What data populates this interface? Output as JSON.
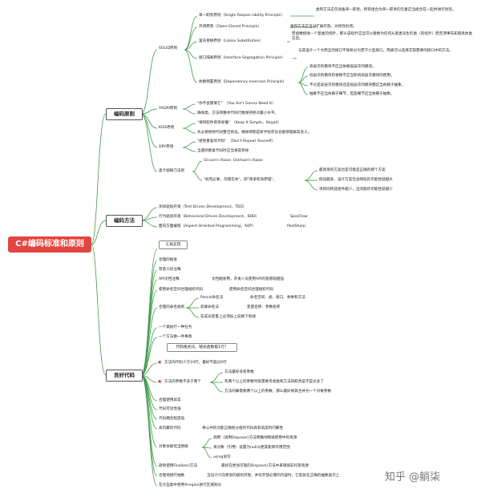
{
  "root": "C#编码标准和原则",
  "categories": {
    "principles": "编码原则",
    "methods": "编码方法",
    "good_code": "良好代码"
  },
  "solid": {
    "label": "SOLID原则",
    "srp": {
      "label": "单一职责原则（Single Respon-sibility Principle）",
      "desc": "类和方法应仅具备单一职责。所有组合为单一职责的元素应当组合在一起并进行封装。"
    },
    "ocp": {
      "label": "开闭原则（Open-Closed Principle）",
      "desc": "类和方法应当对扩展开放，对修改封闭。"
    },
    "lsp": {
      "label": "里氏替换原则（Liskov Substitution）",
      "desc": "若函数接收一个基类的指针，那么该指针应当可以替换为任何从基类派生的类（的指针）而无须事先知晓具体类信息。"
    },
    "isp": {
      "label": "接口隔离原则（Interface Segregation Principle）",
      "desc": "与其设计一个大而全的接口不如拆分为若干小型接口，而类可以选择实现需要的接口中的方法。"
    },
    "dip": {
      "label": "依赖倒置原则（Dependency Inversion Principle）",
      "items": [
        "高层次的模块不应当依赖低层次的模块。",
        "低层次的模块的替换不应当影响高层次模块的使用。",
        "不论是高层次的模块还是低层次的模块都应当依赖于抽象。",
        "抽象不应当依赖于细节，但是细节应当依赖于抽象。"
      ]
    }
  },
  "yagni": {
    "label": "YAGNI原则",
    "quote": "\"你不会需要它\"　（You Ain't Gonna Need It）",
    "desc": "确保类、方法和整体代码行数保持绝对最小水平。"
  },
  "kiss": {
    "label": "KISS原则",
    "quote": "\"保持软件简单易懂\"　（Keep It Simple，Stupid）",
    "desc": "务必要保持代码整洁易读，确保即使是新手程序员也能够理解其含义。"
  },
  "dry": {
    "label": "DRY原则",
    "quote": "\"避免重复的代码\"　（Don't Repeat Yourself）",
    "desc": "当遇到重复代码时应当将其移除"
  },
  "occam": {
    "label": "奥卡姆剃刀法则",
    "alias": "Occam's Razor, Ockham's Razor",
    "quote": "\"如无必要，勿增实体\"，即\"简单有效原理\"。",
    "items": [
      "最简单的方案也是可能是正确的那个方案",
      "假设越多，设计方案包含缺陷的可能性就越大",
      "项目的构成组件越少，出问题的可能性就越少"
    ]
  },
  "methods": [
    {
      "label": "测试驱动开发（Test-Driven Development，TDD）",
      "tool": ""
    },
    {
      "label": "行为驱动开发（Behavioral-Driven Development，BDD）",
      "tool": "SpecFlow"
    },
    {
      "label": "面向方面编程（Aspect-Oriented Programming，AOP）",
      "tool": "PostSharp"
    }
  ],
  "good": {
    "tools": "工具实现",
    "maintainable": "合理的缩进",
    "comments": "有意义的注释",
    "api_doc": {
      "label": "API文档注释",
      "desc": "文档越易用，开发人员使用API的意愿就越强"
    },
    "namespace": {
      "label": "使用命名空间合理组织代码",
      "desc": "使用命名空间合理组织代码"
    },
    "naming": {
      "label": "合理的命名规则",
      "rules": [
        {
          "name": "Pascal命名法",
          "desc": "命名空间、类、接口、枚举和方法"
        },
        {
          "name": "驼峰命名法",
          "desc": "变量名称、参数名称"
        },
        {
          "name": "在成员变量上必须加上前缀下划线",
          "desc": ""
        }
      ]
    },
    "one_thing_class": "一个类执行一种任务",
    "one_thing_method": "一个方法做一件事情",
    "format": "代码格式化、链式函数第1行？",
    "method_lines": "方法的代码少于10行，最好不超过4行",
    "params": {
      "label": "方法的参数不多于两个",
      "items": [
        "方法最好没有参数",
        "有两个以上的参数时就需要考虑类和方法的职责是不是太多了",
        "方法的确需要两个以上的参数，那么最好将其合并为一个对象参数"
      ]
    },
    "exceptions": "合理使用异常",
    "readability": "代码可读性强",
    "coupling": "代码耦合程度低",
    "cohesion": {
      "label": "高内聚的代码",
      "desc": "将公共的功能正确地分组的代码具有高度的内聚性"
    },
    "dispose": {
      "label": "对象会被恰当销毁",
      "items": [
        "调用（调用Dispose()方法明确地销毁使用中的资源",
        "将对象（引用）设置为null以便其能够作用范围",
        "using语句"
      ]
    },
    "finalize": {
      "label": "避免使用Finalize()方法",
      "desc": "最好在更加可靠的Dispose()方法中来销毁非托管资源"
    },
    "abstraction": {
      "label": "合理地进行抽象",
      "desc": "当设计只向更高的级别开放，并仅开放必需的内容时，它就处在正确的抽象层次上"
    },
    "region": "在大型类中使用#region进行区域划分"
  },
  "watermark": "知乎 @躺柒",
  "colors": {
    "root": "#e3453f",
    "line": "#3f9b48"
  }
}
